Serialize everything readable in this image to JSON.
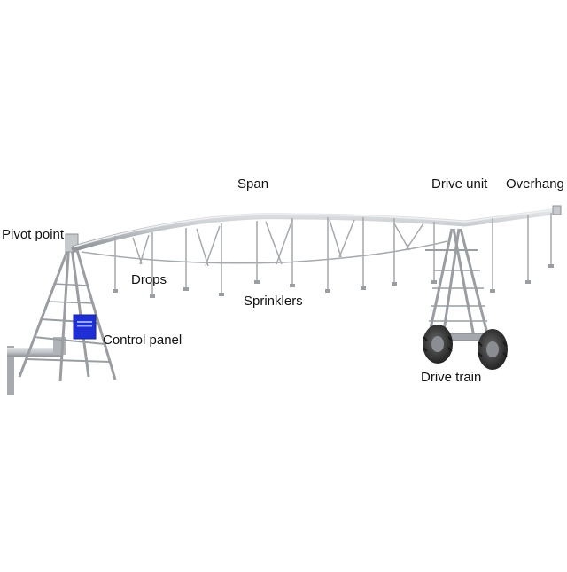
{
  "labels": {
    "span": "Span",
    "drive_unit": "Drive unit",
    "overhang": "Overhang",
    "pivot_point": "Pivot point",
    "drops": "Drops",
    "sprinklers": "Sprinklers",
    "control_panel": "Control panel",
    "drive_train": "Drive train"
  },
  "colors": {
    "steel": "#b9bcc0",
    "steel_dark": "#8e9296",
    "steel_light": "#d6d8db",
    "panel": "#1f2fd6",
    "tire": "#3a3a3a",
    "text": "#111111"
  }
}
